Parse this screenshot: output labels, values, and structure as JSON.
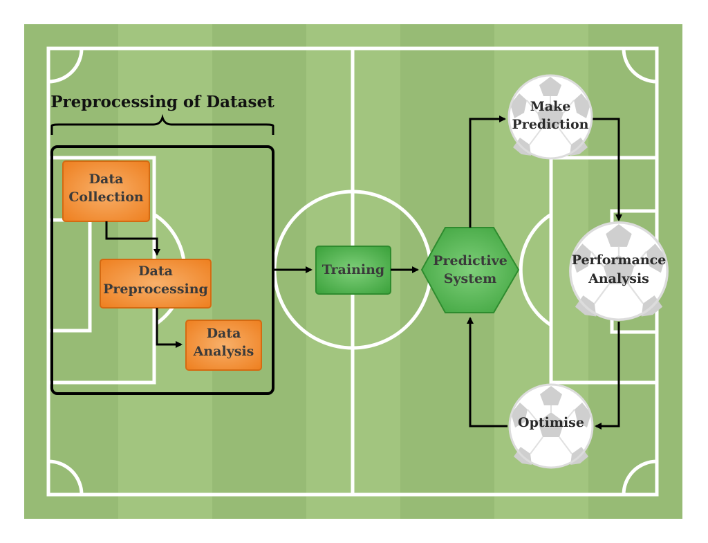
{
  "title": "Preprocessing of Dataset",
  "nodes": {
    "data_collection": [
      "Data",
      "Collection"
    ],
    "data_preprocessing": [
      "Data",
      "Preprocessing"
    ],
    "data_analysis": [
      "Data",
      "Analysis"
    ],
    "training": [
      "Training"
    ],
    "predictive_system": [
      "Predictive",
      "System"
    ],
    "make_prediction": [
      "Make",
      "Prediction"
    ],
    "performance_analysis": [
      "Performance",
      "Analysis"
    ],
    "optimise": [
      "Optimise"
    ]
  },
  "colors": {
    "field_light": "#9cc07a",
    "field_dark": "#8fb46e",
    "field_lines": "#ffffff",
    "orange_box": "#f08a2c",
    "orange_border": "#d46a12",
    "green_box": "#4cae4c",
    "green_border": "#2e8b2e",
    "arrow": "#000000"
  },
  "icons": {
    "ball": "soccer-ball-icon"
  }
}
